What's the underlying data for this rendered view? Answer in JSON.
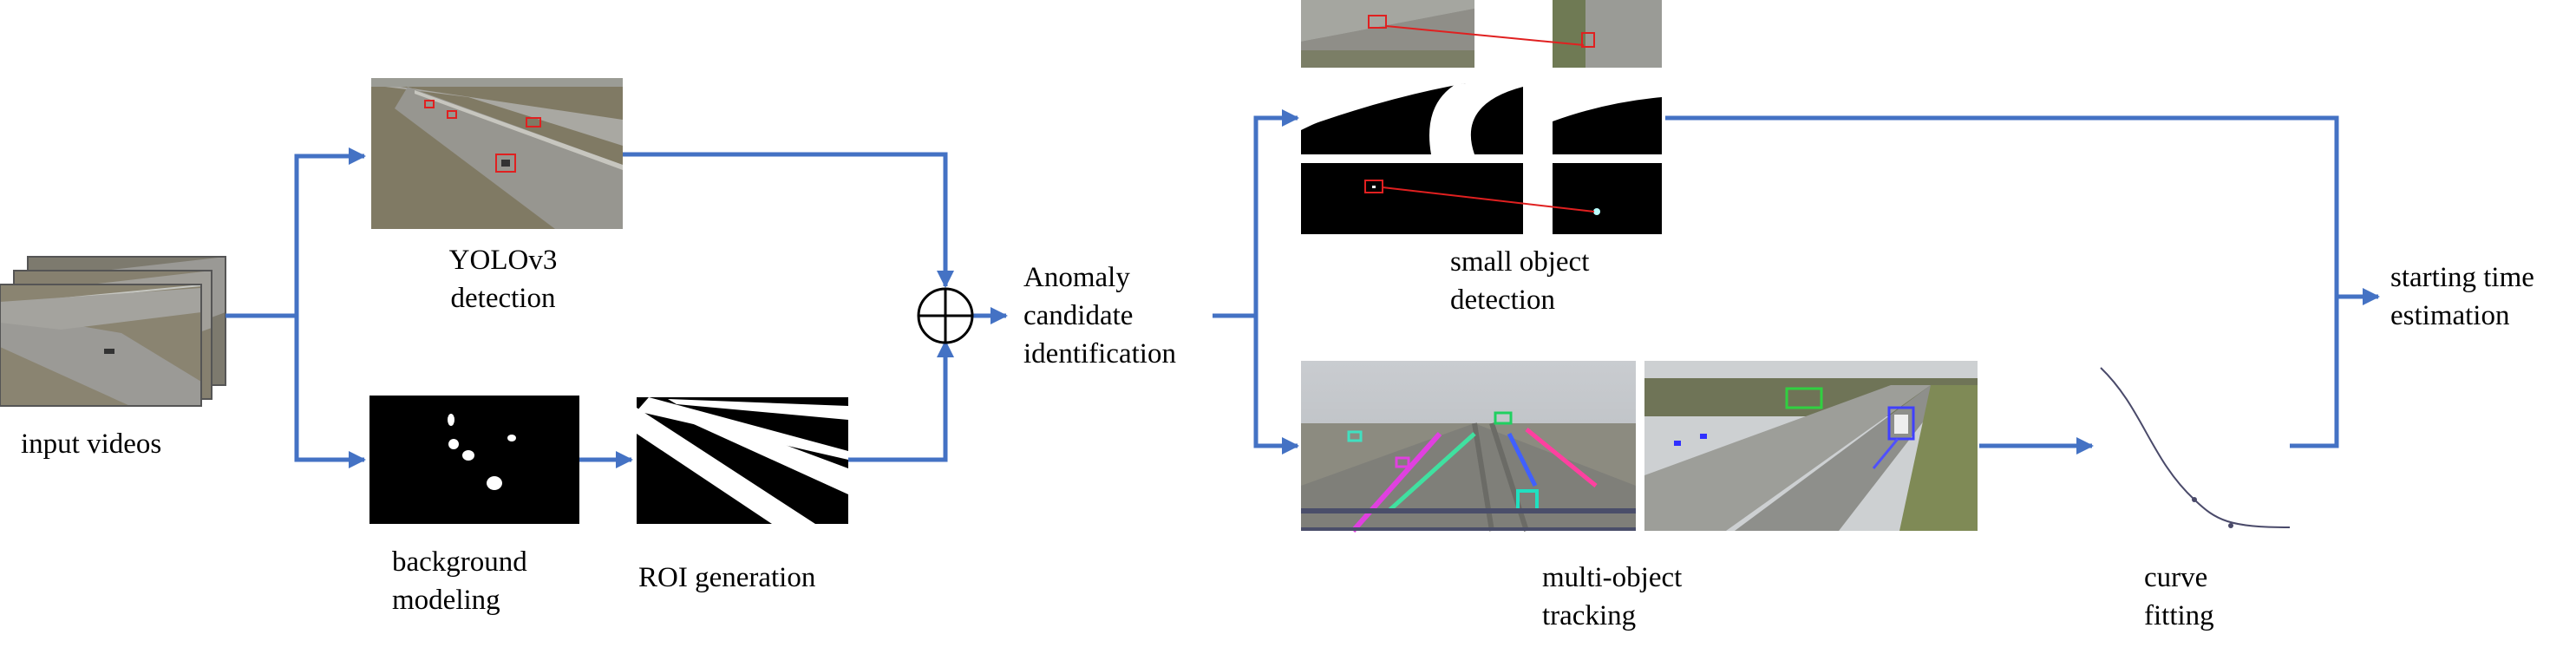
{
  "colors": {
    "arrow": "#4472C4",
    "ink": "#000000",
    "frame_road": "#8e8f8c",
    "mask_black": "#000000"
  },
  "labels": {
    "input_videos": "input videos",
    "yolo_line1": "YOLOv3",
    "yolo_line2": "detection",
    "bg_line1": "background",
    "bg_line2": "modeling",
    "roi": "ROI generation",
    "anomaly_line1": "Anomaly",
    "anomaly_line2": "candidate",
    "anomaly_line3": "identification",
    "small_line1": "small object",
    "small_line2": "detection",
    "mot_line1": "multi-object",
    "mot_line2": "tracking",
    "curve_line1": "curve",
    "curve_line2": "fitting",
    "start_line1": "starting time",
    "start_line2": "estimation"
  },
  "icons": [
    "circle-plus-icon",
    "arrow-head-icon"
  ]
}
